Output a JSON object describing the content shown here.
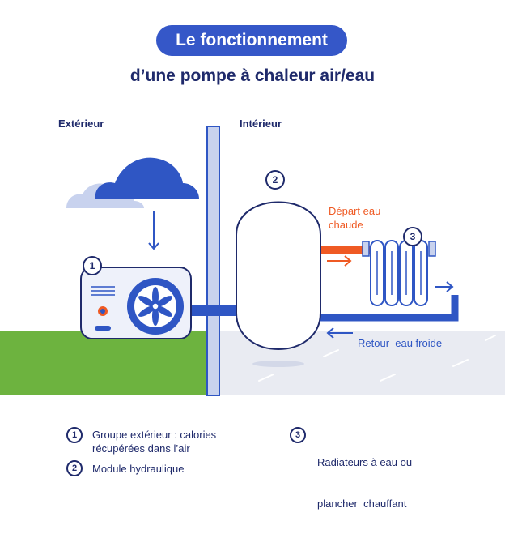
{
  "header": {
    "title": "Le fonctionnement",
    "subtitle": "d’une pompe à chaleur air/eau"
  },
  "zones": {
    "exterior": "Extérieur",
    "interior": "Intérieur"
  },
  "callouts": {
    "hot_line1": "Départ eau",
    "hot_line2": "chaude",
    "cold": "Retour  eau froide"
  },
  "markers": [
    "1",
    "2",
    "3"
  ],
  "legend": [
    {
      "num": "1",
      "line1": "Groupe extérieur : calories",
      "line2": "récupérées dans l’air"
    },
    {
      "num": "2",
      "line1": "Module hydraulique",
      "line2": ""
    },
    {
      "num": "3",
      "line1": "Radiateurs à eau ou",
      "line2": "plancher  chauffant"
    }
  ],
  "colors": {
    "navy": "#1f2a6b",
    "blue": "#2f56c4",
    "hot": "#ef5a24",
    "grass": "#6db33f",
    "floor": "#e9ebf2",
    "wall": "#c8d2ee"
  }
}
